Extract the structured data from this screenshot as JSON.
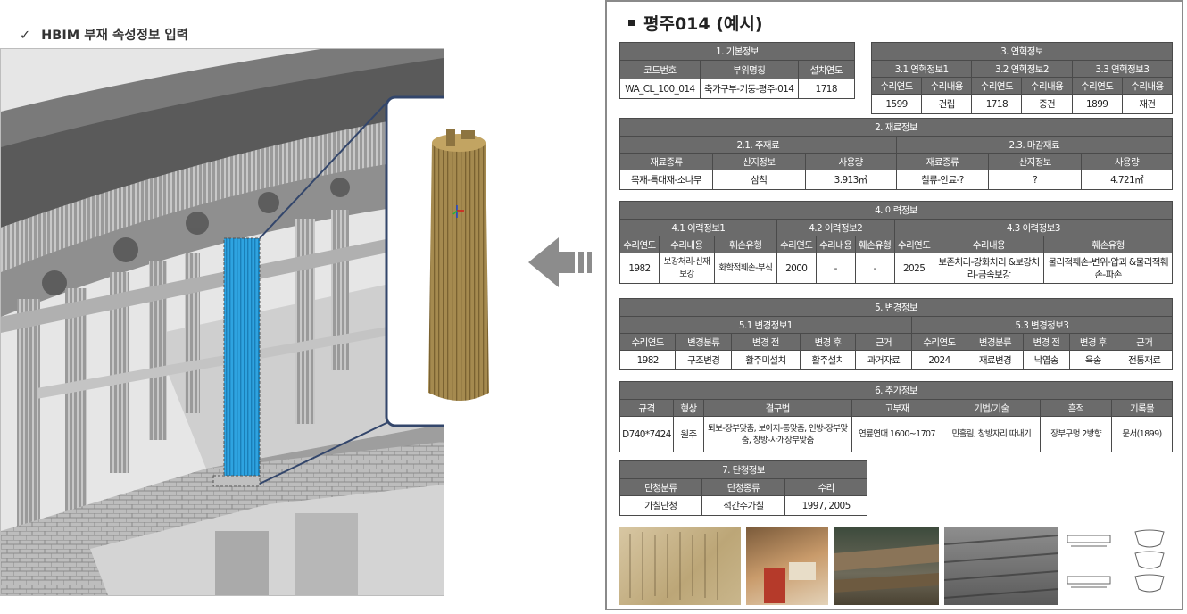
{
  "header": {
    "check_icon": "check-icon",
    "title": "HBIM 부재 속성정보 입력"
  },
  "panel": {
    "title": "평주014 (예시)"
  },
  "basic": {
    "title": "1. 기본정보",
    "cols": [
      "코드번호",
      "부위명칭",
      "설치연도"
    ],
    "vals": [
      "WA_CL_100_014",
      "축가구부-기둥-평주-014",
      "1718"
    ]
  },
  "history": {
    "title": "3. 연혁정보",
    "groups": [
      "3.1 연혁정보1",
      "3.2 연혁정보2",
      "3.3 연혁정보3"
    ],
    "cols": [
      "수리연도",
      "수리내용",
      "수리연도",
      "수리내용",
      "수리연도",
      "수리내용"
    ],
    "vals": [
      "1599",
      "건립",
      "1718",
      "중건",
      "1899",
      "재건"
    ]
  },
  "material": {
    "title": "2. 재료정보",
    "groups": [
      "2.1. 주재료",
      "2.3. 마감재료"
    ],
    "cols": [
      "재료종류",
      "산지정보",
      "사용량",
      "재료종류",
      "산지정보",
      "사용량"
    ],
    "vals": [
      "목재-특대재-소나무",
      "삼척",
      "3.913㎥",
      "칠류-안료-?",
      "?",
      "4.721㎡"
    ]
  },
  "repair": {
    "title": "4. 이력정보",
    "groups": [
      "4.1 이력정보1",
      "4.2 이력정보2",
      "4.3 이력정보3"
    ],
    "cols": [
      "수리연도",
      "수리내용",
      "훼손유형",
      "수리연도",
      "수리내용",
      "훼손유형",
      "수리연도",
      "수리내용",
      "훼손유형"
    ],
    "vals": [
      "1982",
      "보강처리-신재보강",
      "화학적훼손-부식",
      "2000",
      "-",
      "-",
      "2025",
      "보존처리-강화처리 &보강처리-금속보강",
      "물리적훼손-변위-압괴 &물리적훼손-파손"
    ]
  },
  "change": {
    "title": "5. 변경정보",
    "groups": [
      "5.1 변경정보1",
      "5.3 변경정보3"
    ],
    "cols": [
      "수리연도",
      "변경분류",
      "변경 전",
      "변경 후",
      "근거",
      "수리연도",
      "변경분류",
      "변경 전",
      "변경 후",
      "근거"
    ],
    "vals": [
      "1982",
      "구조변경",
      "활주미설치",
      "활주설치",
      "과거자료",
      "2024",
      "재료변경",
      "낙엽송",
      "육송",
      "전통재료"
    ]
  },
  "extra": {
    "title": "6. 추가정보",
    "cols": [
      "규격",
      "형상",
      "결구법",
      "고부재",
      "기법/기술",
      "흔적",
      "기록물"
    ],
    "vals": [
      "D740*7424",
      "원주",
      "퇴보-장부맞춤, 보아지-통맞춤, 인방-장부맞춤, 창방-사개장부맞춤",
      "연륜연대 1600~1707",
      "민흘림, 창방자리 따내기",
      "장부구멍 2방향",
      "문서(1899)"
    ]
  },
  "dancheong": {
    "title": "7. 단청정보",
    "cols": [
      "단청분류",
      "단청종류",
      "수리"
    ],
    "vals": [
      "가칠단청",
      "석간주가칠",
      "1997, 2005"
    ]
  },
  "colors": {
    "header_gray": "#6b6b6b",
    "column_blue": "#2ea3e0",
    "wood": "#a58a4f"
  }
}
